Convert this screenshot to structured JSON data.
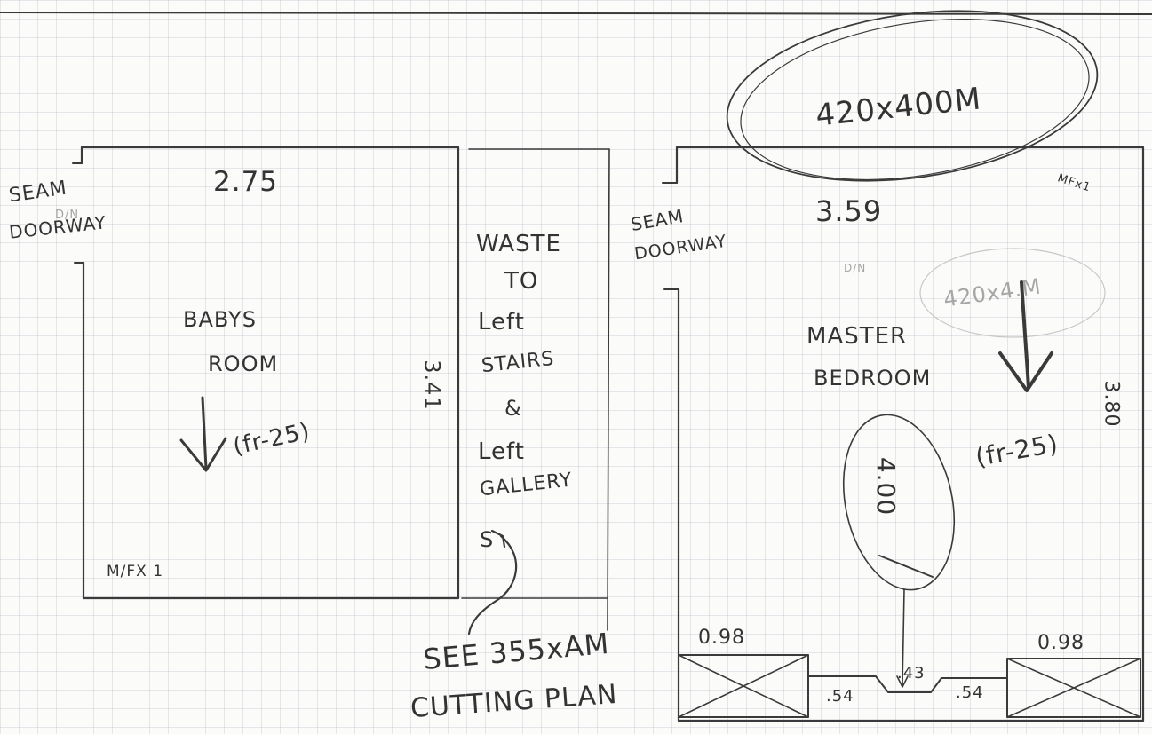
{
  "baby_room": {
    "width": "2.75",
    "seam_line1": "SEAM",
    "seam_line2": "DOORWAY",
    "faint_mark": "D/N",
    "name_line1": "BABYS",
    "name_line2": "ROOM",
    "length": "3.41",
    "pile_mark": "(fr-25)",
    "fixture": "M/FX 1"
  },
  "waste_note": {
    "lines": [
      "WASTE",
      "TO",
      "Left",
      "STAIRS",
      "&",
      "Left",
      "GALLERY"
    ],
    "marker": "S"
  },
  "cutting_note": {
    "line1": "SEE 355xAM",
    "line2": "CUTTING PLAN"
  },
  "master_room": {
    "roll_size": "420x400M",
    "width": "3.59",
    "fixture": "MFx1",
    "seam_line1": "SEAM",
    "seam_line2": "DOORWAY",
    "faint_roll": "420x4.M",
    "faint_mark": "D/N",
    "name_line1": "MASTER",
    "name_line2": "BEDROOM",
    "length": "3.80",
    "pile_mark": "(fr-25)",
    "centre_length": "4.00",
    "left_cupboard": "0.98",
    "right_cupboard": "0.98",
    "gap_left": ".54",
    "gap_right": ".54",
    "recess": ".43"
  }
}
